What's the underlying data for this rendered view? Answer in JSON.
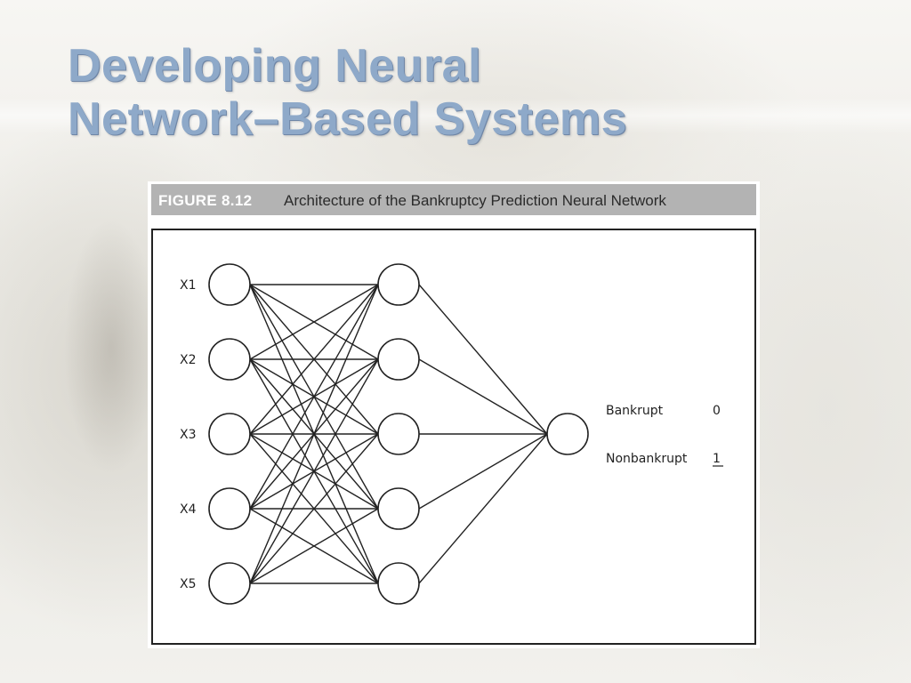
{
  "slide": {
    "title_line1": "Developing Neural",
    "title_line2": "Network–Based Systems"
  },
  "figure": {
    "number": "FIGURE 8.12",
    "caption": "Architecture of the Bankruptcy Prediction Neural Network"
  },
  "network": {
    "inputs": [
      "X1",
      "X2",
      "X3",
      "X4",
      "X5"
    ],
    "hidden_count": 5,
    "output_count": 1,
    "outputs": [
      {
        "label": "Bankrupt",
        "value": "0"
      },
      {
        "label": "Nonbankrupt",
        "value": "1"
      }
    ]
  },
  "colors": {
    "title": "#8ea9c9",
    "header_band": "#b3b3b3",
    "line": "#222222"
  }
}
